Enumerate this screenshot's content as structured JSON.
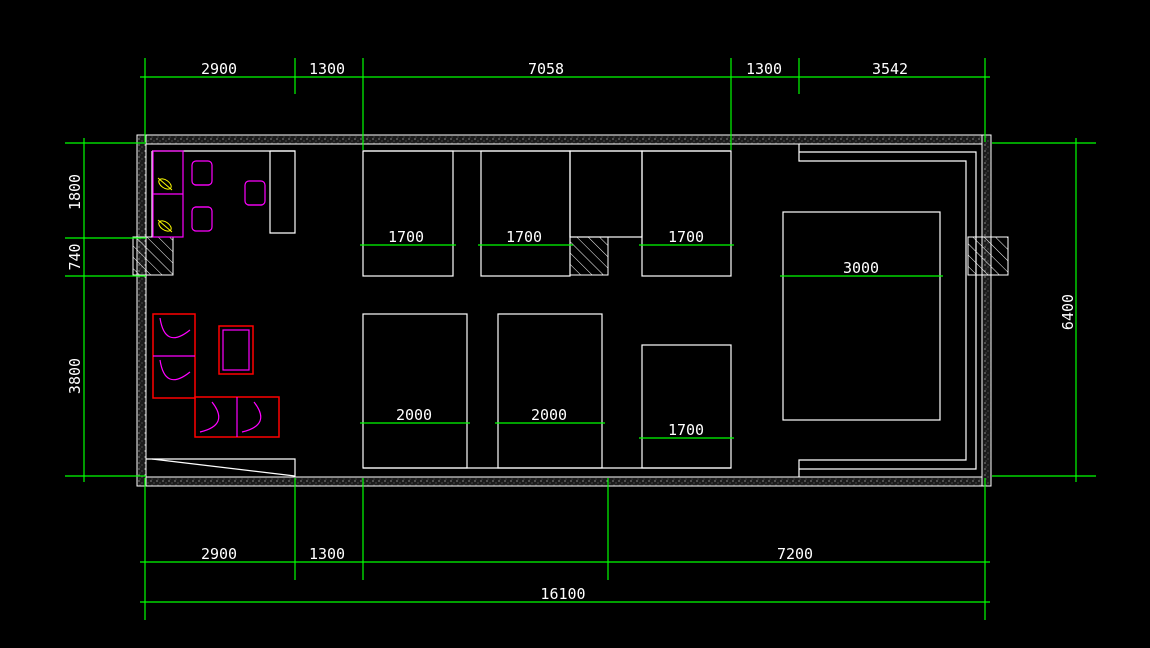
{
  "drawing": {
    "top_dimensions": [
      "2900",
      "1300",
      "7058",
      "1300",
      "3542"
    ],
    "bottom_dimensions": [
      "2900",
      "1300",
      "7200"
    ],
    "overall_width": "16100",
    "left_dimensions": [
      "1800",
      "740",
      "3800"
    ],
    "right_dimension": "6400",
    "room_labels": {
      "top_left_bed": "1700",
      "top_mid_bed": "1700",
      "top_right_bed": "1700",
      "big_bed": "3000",
      "bottom_left_bed": "2000",
      "bottom_mid_bed": "2000",
      "bottom_right_bed": "1700"
    },
    "colors": {
      "background": "#000000",
      "dimension": "#00ff00",
      "geometry": "#ffffff",
      "furniture_red": "#ff0000",
      "furniture_magenta": "#ff00ff"
    }
  }
}
